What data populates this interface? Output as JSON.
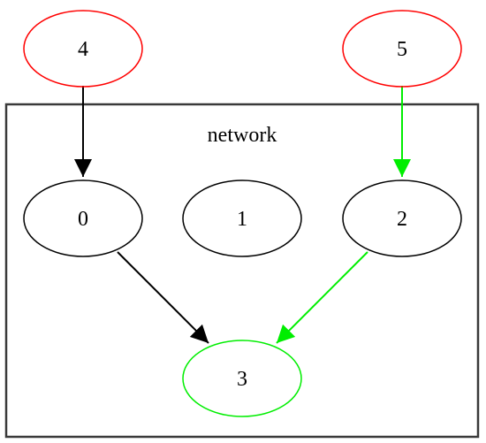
{
  "cluster": {
    "label": "network",
    "border_color": "#3a3a3a"
  },
  "nodes": [
    {
      "id": "4",
      "label": "4",
      "color": "#ff0000"
    },
    {
      "id": "5",
      "label": "5",
      "color": "#ff0000"
    },
    {
      "id": "0",
      "label": "0",
      "color": "#000000"
    },
    {
      "id": "1",
      "label": "1",
      "color": "#000000"
    },
    {
      "id": "2",
      "label": "2",
      "color": "#000000"
    },
    {
      "id": "3",
      "label": "3",
      "color": "#00ee00"
    }
  ],
  "edges": [
    {
      "from": "4",
      "to": "0",
      "color": "#000000"
    },
    {
      "from": "5",
      "to": "2",
      "color": "#00ee00"
    },
    {
      "from": "0",
      "to": "3",
      "color": "#000000"
    },
    {
      "from": "2",
      "to": "3",
      "color": "#00ee00"
    }
  ]
}
